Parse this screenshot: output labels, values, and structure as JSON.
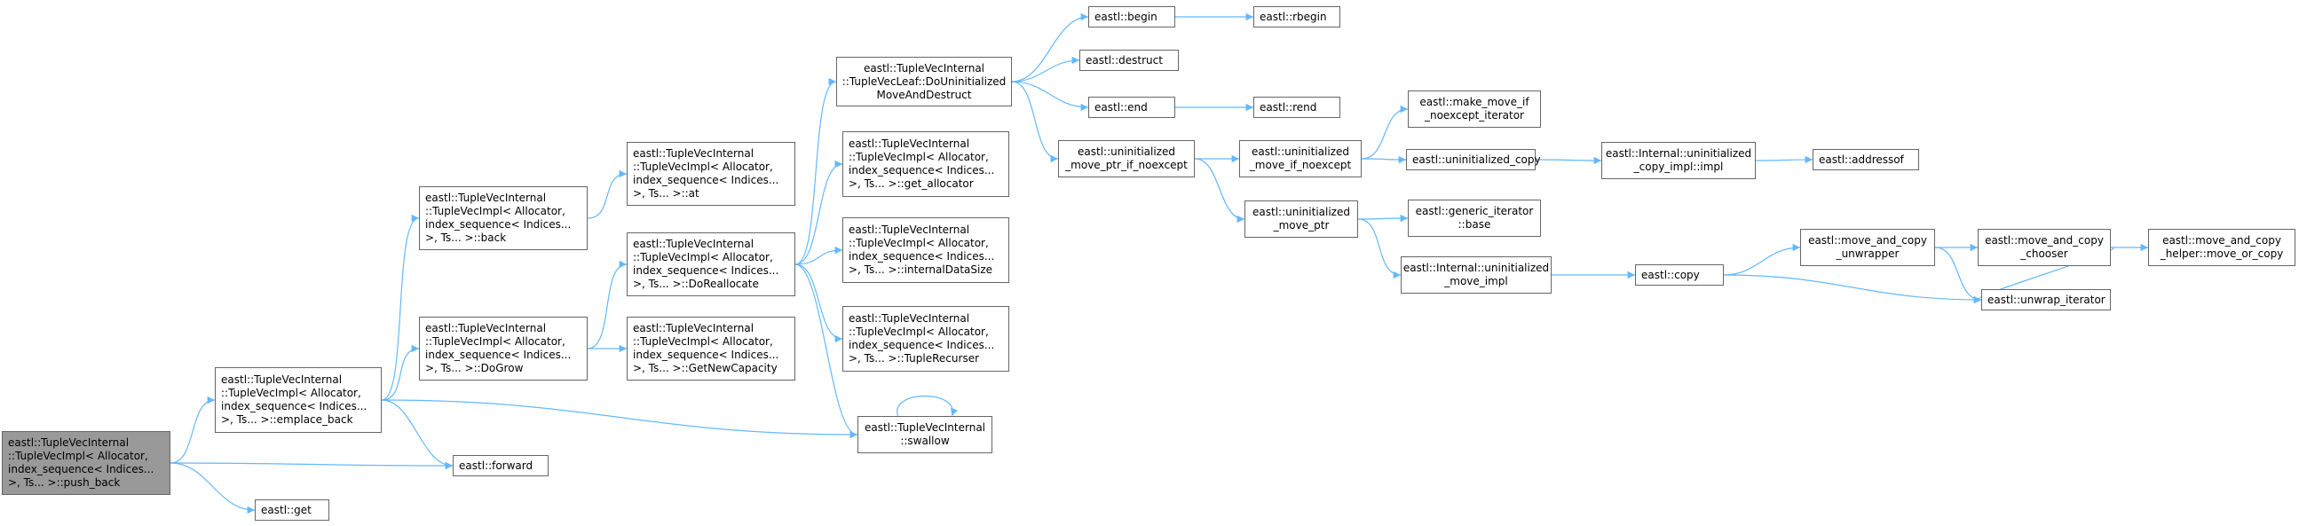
{
  "diagram": {
    "colors": {
      "edge": "#63b8ff",
      "node_border": "#666666",
      "root_fill": "#999999",
      "node_fill": "#ffffff"
    },
    "nodes": [
      {
        "id": "push_back",
        "lines": [
          "eastl::TupleVecInternal",
          "::TupleVecImpl< Allocator,",
          "index_sequence< Indices...",
          ">, Ts... >::push_back"
        ],
        "root": true
      },
      {
        "id": "emplace_back",
        "lines": [
          "eastl::TupleVecInternal",
          "::TupleVecImpl< Allocator,",
          "index_sequence< Indices...",
          ">, Ts... >::emplace_back"
        ]
      },
      {
        "id": "back",
        "lines": [
          "eastl::TupleVecInternal",
          "::TupleVecImpl< Allocator,",
          "index_sequence< Indices...",
          ">, Ts... >::back"
        ]
      },
      {
        "id": "doGrow",
        "lines": [
          "eastl::TupleVecInternal",
          "::TupleVecImpl< Allocator,",
          "index_sequence< Indices...",
          ">, Ts... >::DoGrow"
        ]
      },
      {
        "id": "forward",
        "lines": [
          "eastl::forward"
        ]
      },
      {
        "id": "get",
        "lines": [
          "eastl::get"
        ]
      },
      {
        "id": "at",
        "lines": [
          "eastl::TupleVecInternal",
          "::TupleVecImpl< Allocator,",
          "index_sequence< Indices...",
          ">, Ts... >::at"
        ]
      },
      {
        "id": "doReallocate",
        "lines": [
          "eastl::TupleVecInternal",
          "::TupleVecImpl< Allocator,",
          "index_sequence< Indices...",
          ">, Ts... >::DoReallocate"
        ]
      },
      {
        "id": "getNewCapacity",
        "lines": [
          "eastl::TupleVecInternal",
          "::TupleVecImpl< Allocator,",
          "index_sequence< Indices...",
          ">, Ts... >::GetNewCapacity"
        ]
      },
      {
        "id": "doUninit",
        "lines": [
          "eastl::TupleVecInternal",
          "::TupleVecLeaf::DoUninitialized",
          "MoveAndDestruct"
        ],
        "align": "center"
      },
      {
        "id": "getAllocator",
        "lines": [
          "eastl::TupleVecInternal",
          "::TupleVecImpl< Allocator,",
          "index_sequence< Indices...",
          ">, Ts... >::get_allocator"
        ]
      },
      {
        "id": "internalDataSize",
        "lines": [
          "eastl::TupleVecInternal",
          "::TupleVecImpl< Allocator,",
          "index_sequence< Indices...",
          ">, Ts... >::internalDataSize"
        ]
      },
      {
        "id": "tupleRecurser",
        "lines": [
          "eastl::TupleVecInternal",
          "::TupleVecImpl< Allocator,",
          "index_sequence< Indices...",
          ">, Ts... >::TupleRecurser"
        ]
      },
      {
        "id": "swallow",
        "lines": [
          "eastl::TupleVecInternal",
          "::swallow"
        ],
        "align": "center"
      },
      {
        "id": "begin",
        "lines": [
          "eastl::begin"
        ]
      },
      {
        "id": "rbegin",
        "lines": [
          "eastl::rbegin"
        ]
      },
      {
        "id": "destruct",
        "lines": [
          "eastl::destruct"
        ]
      },
      {
        "id": "end",
        "lines": [
          "eastl::end"
        ]
      },
      {
        "id": "rend",
        "lines": [
          "eastl::rend"
        ]
      },
      {
        "id": "umpIfNoexcept",
        "lines": [
          "eastl::uninitialized",
          "_move_ptr_if_noexcept"
        ],
        "align": "center"
      },
      {
        "id": "umIfNoexcept",
        "lines": [
          "eastl::uninitialized",
          "_move_if_noexcept"
        ],
        "align": "center"
      },
      {
        "id": "umPtr",
        "lines": [
          "eastl::uninitialized",
          "_move_ptr"
        ],
        "align": "center"
      },
      {
        "id": "makeMoveIf",
        "lines": [
          "eastl::make_move_if",
          "_noexcept_iterator"
        ],
        "align": "center"
      },
      {
        "id": "uninitCopy",
        "lines": [
          "eastl::uninitialized_copy"
        ]
      },
      {
        "id": "genericIterBase",
        "lines": [
          "eastl::generic_iterator",
          "::base"
        ],
        "align": "center"
      },
      {
        "id": "internalUMImpl",
        "lines": [
          "eastl::Internal::uninitialized",
          "_move_impl"
        ],
        "align": "center"
      },
      {
        "id": "internalUCImpl",
        "lines": [
          "eastl::Internal::uninitialized",
          "_copy_impl::impl"
        ],
        "align": "center"
      },
      {
        "id": "addressof",
        "lines": [
          "eastl::addressof"
        ]
      },
      {
        "id": "copy",
        "lines": [
          "eastl::copy"
        ]
      },
      {
        "id": "macUnwrapper",
        "lines": [
          "eastl::move_and_copy",
          "_unwrapper"
        ],
        "align": "center"
      },
      {
        "id": "macChooser",
        "lines": [
          "eastl::move_and_copy",
          "_chooser"
        ],
        "align": "center"
      },
      {
        "id": "macHelper",
        "lines": [
          "eastl::move_and_copy",
          "_helper::move_or_copy"
        ],
        "align": "center"
      },
      {
        "id": "unwrapIterator",
        "lines": [
          "eastl::unwrap_iterator"
        ]
      }
    ],
    "edges": [
      [
        "push_back",
        "emplace_back"
      ],
      [
        "push_back",
        "forward"
      ],
      [
        "push_back",
        "get"
      ],
      [
        "emplace_back",
        "back"
      ],
      [
        "emplace_back",
        "doGrow"
      ],
      [
        "emplace_back",
        "forward"
      ],
      [
        "emplace_back",
        "swallow"
      ],
      [
        "back",
        "at"
      ],
      [
        "doGrow",
        "doReallocate"
      ],
      [
        "doGrow",
        "getNewCapacity"
      ],
      [
        "doReallocate",
        "doUninit"
      ],
      [
        "doReallocate",
        "getAllocator"
      ],
      [
        "doReallocate",
        "internalDataSize"
      ],
      [
        "doReallocate",
        "tupleRecurser"
      ],
      [
        "doReallocate",
        "swallow"
      ],
      [
        "swallow",
        "swallow"
      ],
      [
        "doUninit",
        "begin"
      ],
      [
        "doUninit",
        "destruct"
      ],
      [
        "doUninit",
        "end"
      ],
      [
        "doUninit",
        "umpIfNoexcept"
      ],
      [
        "begin",
        "rbegin"
      ],
      [
        "end",
        "rend"
      ],
      [
        "umpIfNoexcept",
        "umIfNoexcept"
      ],
      [
        "umpIfNoexcept",
        "umPtr"
      ],
      [
        "umIfNoexcept",
        "makeMoveIf"
      ],
      [
        "umIfNoexcept",
        "uninitCopy"
      ],
      [
        "uninitCopy",
        "internalUCImpl"
      ],
      [
        "internalUCImpl",
        "addressof"
      ],
      [
        "umPtr",
        "genericIterBase"
      ],
      [
        "umPtr",
        "internalUMImpl"
      ],
      [
        "internalUMImpl",
        "copy"
      ],
      [
        "copy",
        "macUnwrapper"
      ],
      [
        "copy",
        "unwrapIterator"
      ],
      [
        "macUnwrapper",
        "macChooser"
      ],
      [
        "macUnwrapper",
        "unwrapIterator"
      ],
      [
        "macChooser",
        "macHelper"
      ],
      [
        "macChooser",
        "unwrapIterator"
      ]
    ]
  }
}
